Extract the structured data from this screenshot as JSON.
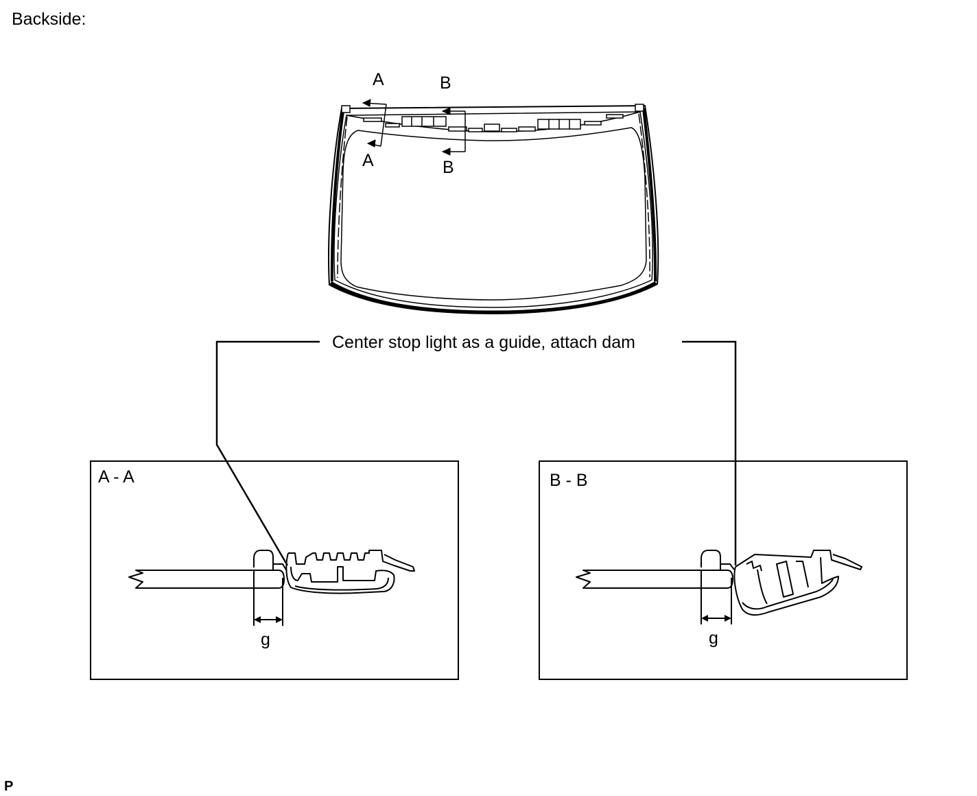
{
  "heading": "Backside:",
  "windshield": {
    "section_a_top": "A",
    "section_a_bottom": "A",
    "section_b_top": "B",
    "section_b_bottom": "B"
  },
  "callout": "Center stop light as a guide, attach dam",
  "panels": {
    "a": {
      "title": "A - A",
      "gap_label": "g"
    },
    "b": {
      "title": "B - B",
      "gap_label": "g"
    }
  },
  "corner_mark": "P"
}
